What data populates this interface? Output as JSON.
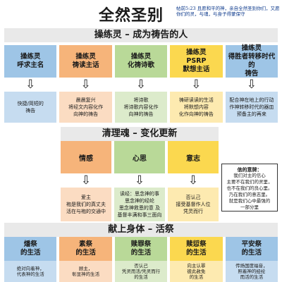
{
  "header": {
    "title": "全然圣别",
    "verse": "帖前5:23 且愿和平的神，亲自全然圣别你们，又愿你们的灵，与魂，与身子得蒙保守"
  },
  "section1": {
    "banner": "操练灵 – 成为祷告的人",
    "cats": [
      {
        "line1": "操练灵",
        "line2": "呼求主名",
        "line3": ""
      },
      {
        "line1": "操练灵",
        "line2": "祷读主话",
        "line3": ""
      },
      {
        "line1": "操练灵",
        "line2": "化祷诗歌",
        "line3": ""
      },
      {
        "line1": "操练灵",
        "line2": "PSRP",
        "line3": "默想主话"
      },
      {
        "line1": "操练灵",
        "line2": "得胜者转移时代的",
        "line3": "祷告"
      }
    ],
    "descs": [
      [
        "快捷/简短的",
        "祷告"
      ],
      [
        "晨晨复兴",
        "将经文内容化作",
        "向神的祷告"
      ],
      [
        "将诗歌",
        "将诗歌内容化作",
        "向神的祷告"
      ],
      [
        "祷研读读的生活",
        "将默想内容",
        "化作向神的祷告"
      ],
      [
        "配合神在地上的行动",
        "作神转移时代的器皿",
        "预备主的再来"
      ]
    ]
  },
  "section2": {
    "banner": "清理魂 – 变化更新",
    "cats": [
      "情感",
      "心思",
      "意志"
    ],
    "descs": [
      [
        "爱主",
        "袍是我们的真丈夫",
        "活在与袍的交通中"
      ],
      [
        "读经：思念神的事",
        "思念神的经纶",
        "思念神救恩的意 及",
        "基督丰满和事三面向"
      ],
      [
        "否认己",
        "接受基督作人位",
        "凭灵而行"
      ]
    ],
    "note": {
      "title": "信的意牌：",
      "lines": [
        "我们对主的信心",
        "主要不在我们的灵里，",
        "也不在我们的良心里。",
        "乃在我们的意志里。",
        "就是我们心中最强的",
        "一部分里"
      ]
    }
  },
  "section3": {
    "banner": "献上身体 – 活祭",
    "cats": [
      {
        "line1": "燔祭",
        "line2": "的生活"
      },
      {
        "line1": "素祭",
        "line2": "的生活"
      },
      {
        "line1": "赎罪祭",
        "line2": "的生活"
      },
      {
        "line1": "赎愆祭",
        "line2": "的生活"
      },
      {
        "line1": "平安祭",
        "line2": "的生活"
      }
    ],
    "descs": [
      [
        "绝对向着神，",
        "代表神的生活"
      ],
      [
        "顾主，",
        "彰显神的生活"
      ],
      [
        "否认己",
        "凭灵而活/凭灵而行",
        "的生活"
      ],
      [
        "向主认罪",
        "彼此赦免",
        "的生活"
      ],
      [
        "传扬国度福音，",
        "照着神的经纶",
        "而活的生活"
      ]
    ]
  },
  "colors": {
    "blue": "#9ec5e6",
    "orange": "#f6b47a",
    "green": "#b9d998",
    "yellow": "#fbd84f",
    "verse": "#0d3a8c"
  },
  "icons": {
    "arrow": "down-arrow-icon"
  }
}
